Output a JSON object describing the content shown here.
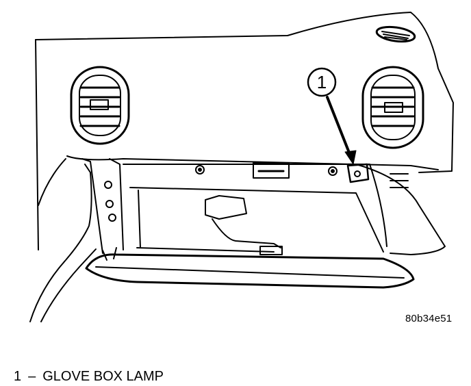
{
  "callout": {
    "number": "1"
  },
  "figure_code": "80b34e51",
  "legend": {
    "items": [
      {
        "number": "1",
        "separator": "–",
        "label": "GLOVE BOX LAMP"
      }
    ]
  },
  "colors": {
    "line": "#000000",
    "background": "#ffffff"
  }
}
